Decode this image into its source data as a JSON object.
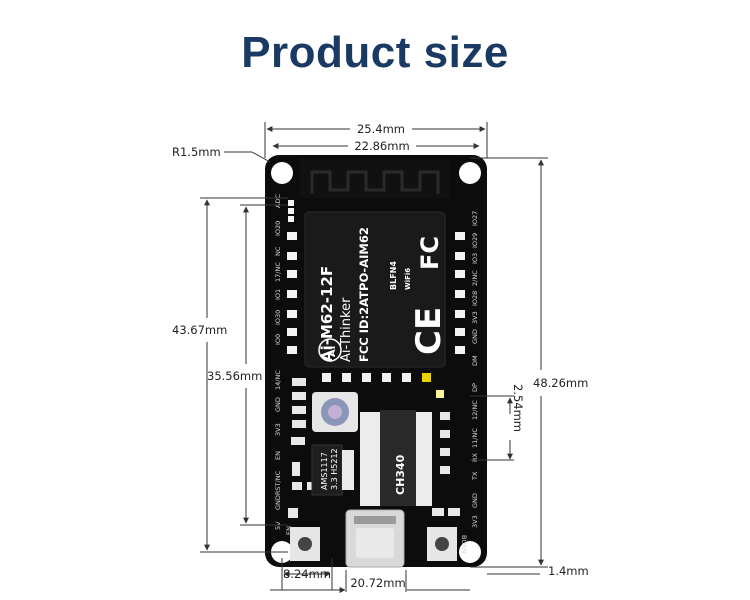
{
  "title": "Product size",
  "dimensions": {
    "width_outer": "25.4mm",
    "width_inner": "22.86mm",
    "corner_radius": "R1.5mm",
    "height_left_outer": "43.67mm",
    "height_left_inner": "35.56mm",
    "height_right": "48.26mm",
    "pin_pitch": "2.54mm",
    "bottom_offset": "1.4mm",
    "bottom_left": "8.24mm",
    "bottom_usb": "20.72mm"
  },
  "module": {
    "model": "Ai-M62-12F",
    "brand": "Ai-Thinker",
    "fcc_id": "FCC ID:2ATPO-AIM62",
    "code": "BLFN4",
    "wifi": "WiFi6",
    "fcc_logo": "FC",
    "ce_logo": "CE",
    "ai_logo": "Ai"
  },
  "regulator": {
    "line1": "AMS1117",
    "line2": "3.3 H5212"
  },
  "usb_chip": "CH340",
  "buttons": {
    "left": "EN",
    "right": "BURN"
  },
  "left_pins": [
    "ADC",
    "IO20",
    "NC",
    "17/NC",
    "IO1",
    "IO30",
    "IO0",
    "14/NC",
    "GND",
    "3V3",
    "EN",
    "GNDRST/NC",
    "5V"
  ],
  "right_pins": [
    "IO27",
    "IO29",
    "IO3",
    "2/NC",
    "IO28",
    "3V3",
    "GND",
    "DM",
    "DP",
    "12/NC",
    "11/NC",
    "RX",
    "TX",
    "GND",
    "3V3"
  ],
  "colors": {
    "title": "#1a3a63",
    "board": "#0c0c0c",
    "module": "#151515",
    "dimension_line": "#333333"
  }
}
